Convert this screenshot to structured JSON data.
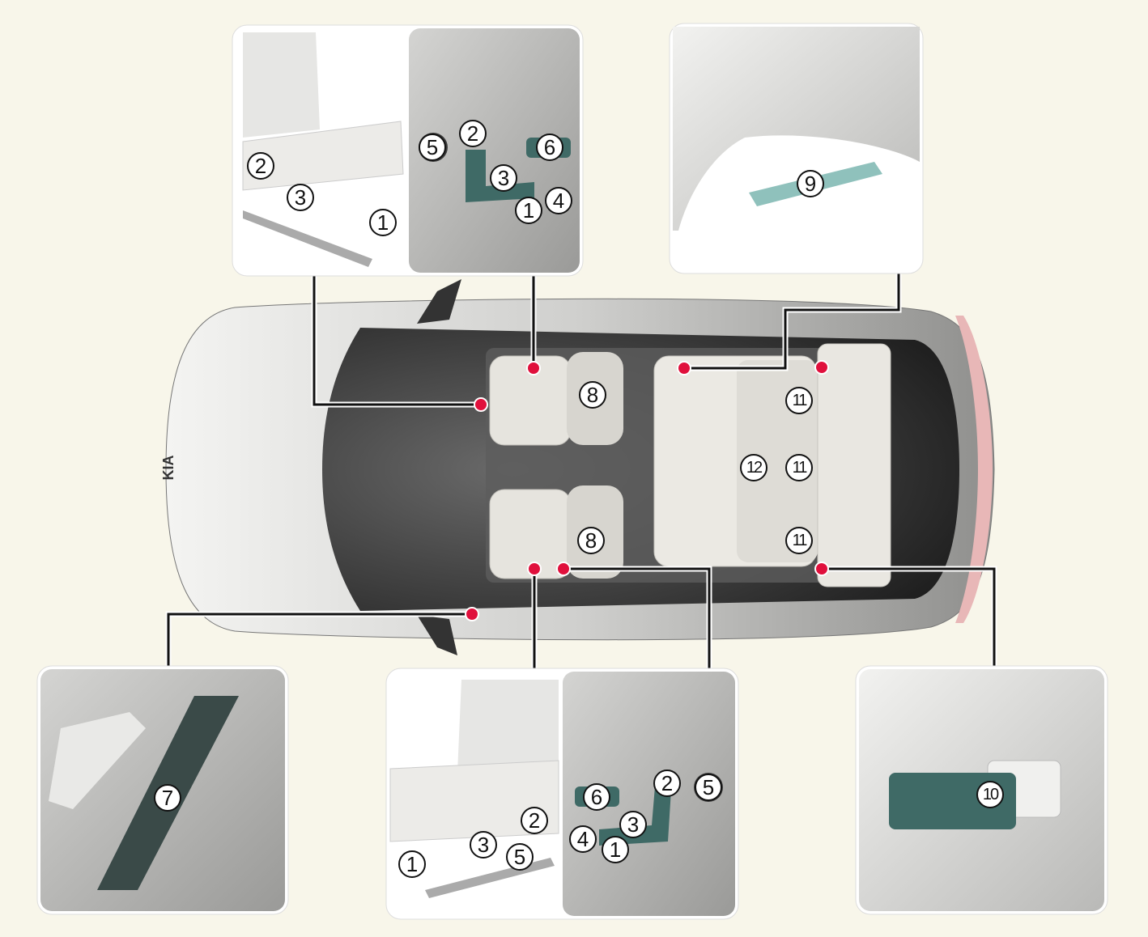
{
  "colors": {
    "background": "#f8f6ea",
    "marker": "#e0103c",
    "control": "#3f6a66"
  },
  "panels": {
    "front_seat_left": {
      "side_labels": [
        "2",
        "3",
        "1"
      ],
      "switch_labels": [
        "5",
        "2",
        "6",
        "3",
        "1",
        "4"
      ]
    },
    "rear_seat_release": {
      "labels": [
        "9"
      ]
    },
    "door_switch": {
      "labels": [
        "7"
      ]
    },
    "front_seat_right": {
      "switch_labels": [
        "6",
        "2",
        "5",
        "3",
        "4",
        "1"
      ],
      "side_labels": [
        "2",
        "3",
        "5",
        "1"
      ]
    },
    "trunk_lever": {
      "labels": [
        "10"
      ]
    }
  },
  "car": {
    "labels": {
      "front_seat_top": "8",
      "front_seat_bottom": "8",
      "rear_top": "11",
      "rear_middle": "11",
      "rear_bottom": "11",
      "armrest": "12"
    }
  }
}
